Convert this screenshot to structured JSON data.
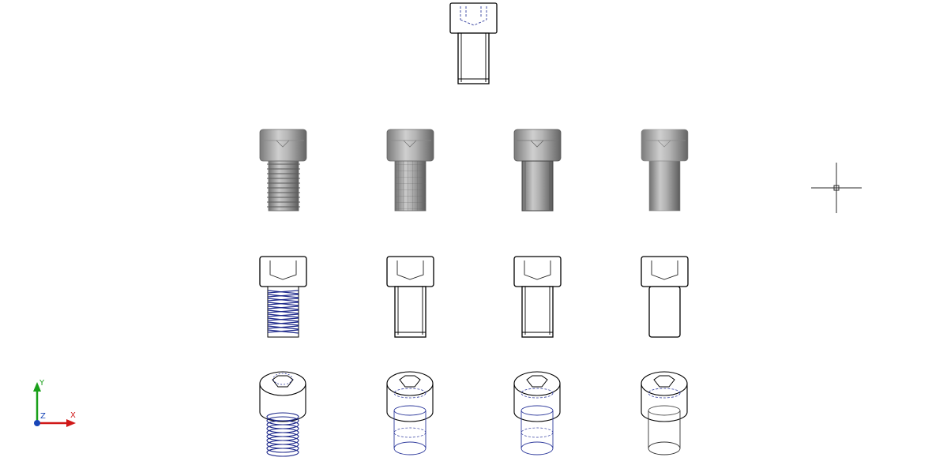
{
  "viewport": {
    "background": "#ffffff",
    "line_color": "#000000",
    "hidden_line_color": "#2e3a9c",
    "shaded_color": "#9a9a9a",
    "crosshair_color": "#2a2a2a"
  },
  "ucs": {
    "x_label": "X",
    "y_label": "Y",
    "z_label": "Z",
    "x_color": "#d01818",
    "y_color": "#1aa01a",
    "z_color": "#1846b8"
  },
  "views": {
    "top_sample": "wireframe-hidden-front",
    "row_shaded": [
      "shaded-thread-cosmetic",
      "shaded-thread-grid",
      "shaded-plain-edges",
      "shaded-plain"
    ],
    "row_wire_front": [
      "wire-front-helix",
      "wire-front-thread",
      "wire-front-thread",
      "wire-front-plain"
    ],
    "row_wire_iso": [
      "wire-iso-helix",
      "wire-iso-plain",
      "wire-iso-plain",
      "wire-iso-plain"
    ]
  }
}
